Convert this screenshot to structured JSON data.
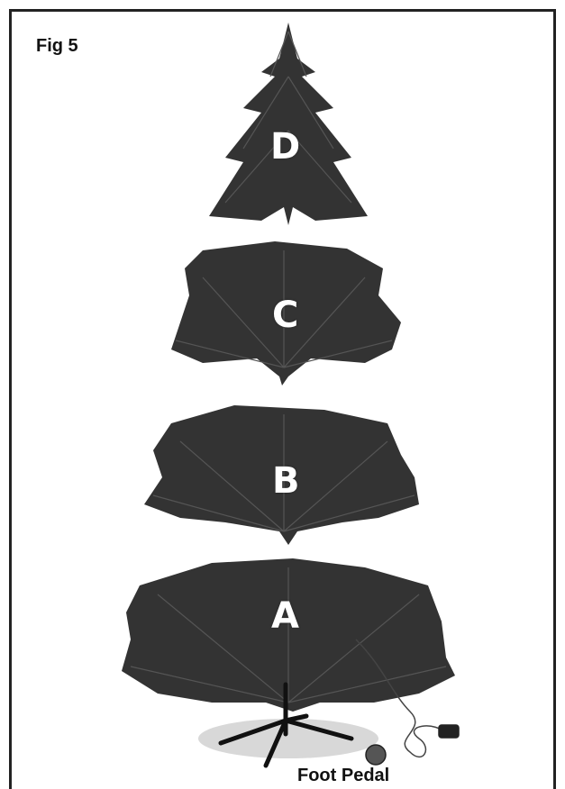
{
  "figure": {
    "label": "Fig 5"
  },
  "sections": [
    {
      "letter": "D",
      "icon": "tree-top-section-icon"
    },
    {
      "letter": "C",
      "icon": "tree-upper-middle-section-icon"
    },
    {
      "letter": "B",
      "icon": "tree-lower-middle-section-icon"
    },
    {
      "letter": "A",
      "icon": "tree-base-section-icon"
    }
  ],
  "stand": {
    "icon": "tree-stand-icon",
    "pedal_label": "Foot Pedal",
    "pedal_icon": "foot-pedal-icon",
    "cord_icon": "power-cord-icon"
  },
  "colors": {
    "foliage_dark": "#2b2b2b",
    "foliage_mid": "#4a4a4a",
    "border": "#222222"
  }
}
